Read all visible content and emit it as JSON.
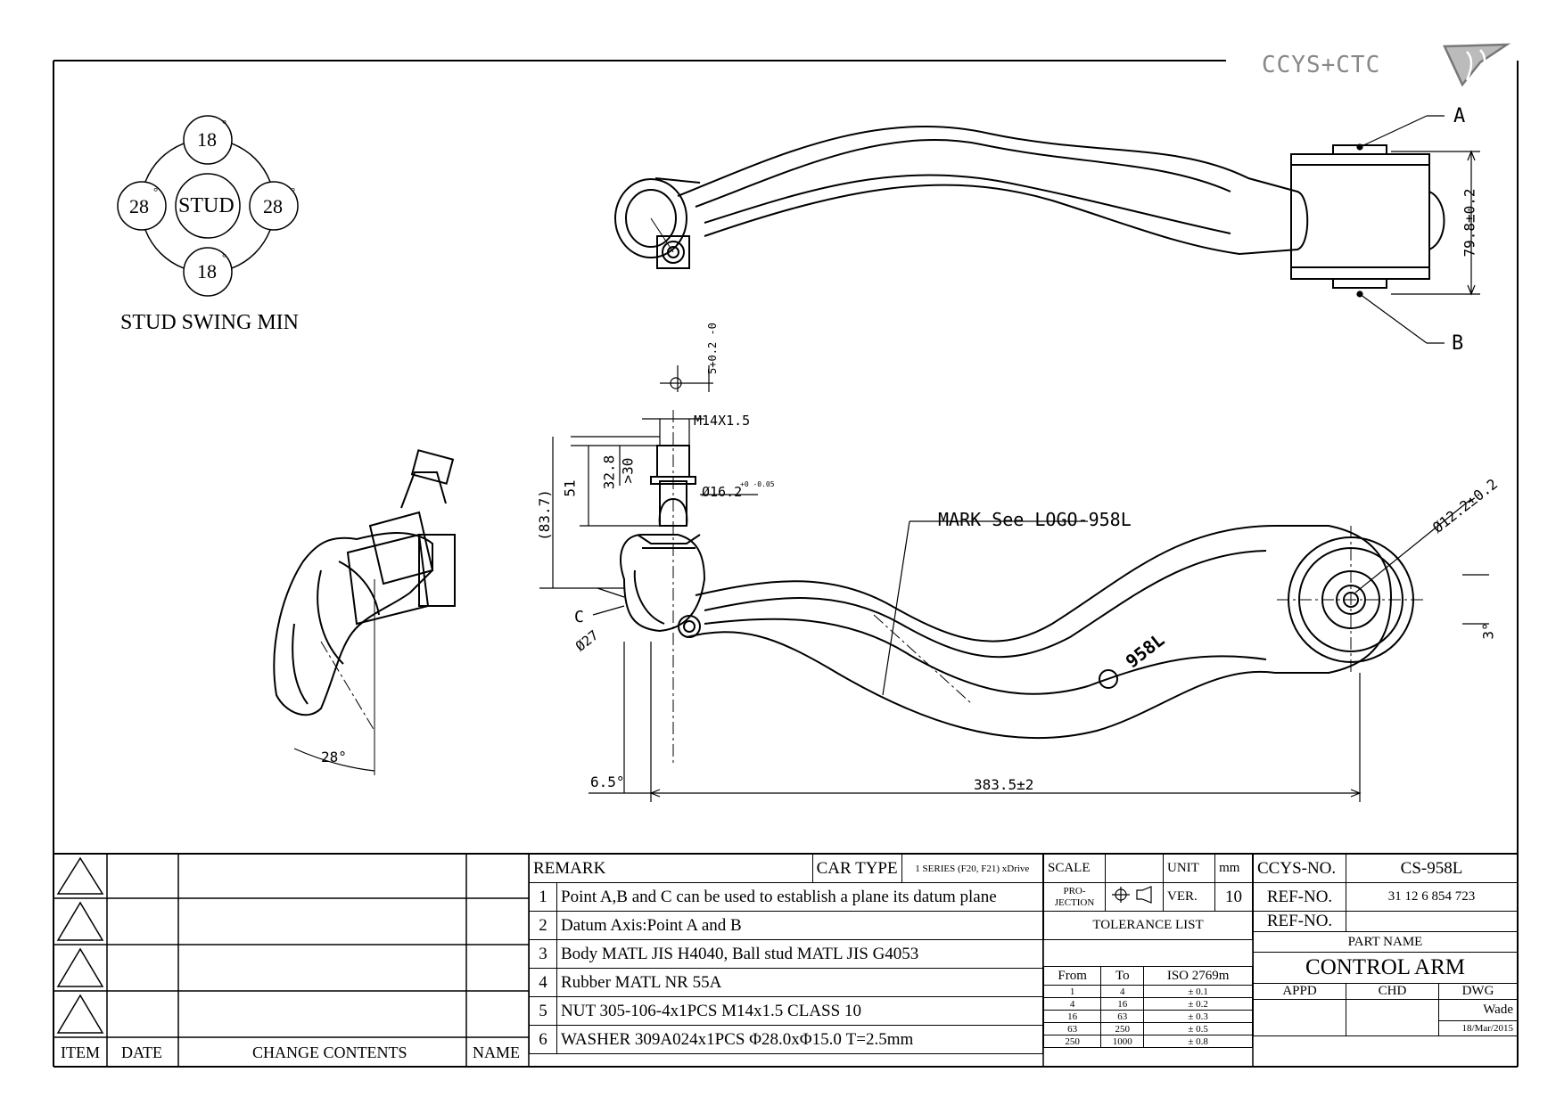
{
  "logo": {
    "text": "CCYS+CTC"
  },
  "stud_swing": {
    "title": "STUD SWING MIN",
    "center": "STUD",
    "top": "18",
    "bottom": "18",
    "left": "28",
    "right": "28",
    "degree_symbol": "°"
  },
  "top_view": {
    "point_a": "A",
    "point_b": "B",
    "height_dim": "79.8±0.2"
  },
  "main_view": {
    "mark_note": "MARK See LOGO-958L",
    "part_mark": "958L",
    "bushing_dia": "Ø12.2±0.2",
    "bushing_angle": "3°",
    "length": "383.5±2",
    "stud_angle": "6.5°",
    "point_c": "C",
    "ball_dia": "Ø27",
    "thread": "M14X1.5",
    "stud_dia": "Ø16.2",
    "stud_dia_tol": "+0 -0.05",
    "dim_overall": "(83.7)",
    "dim_51": "51",
    "dim_32_8": "32.8",
    "dim_30": ">30",
    "pos_tol": "5+0.2 -0"
  },
  "iso_view": {
    "angle": "28°"
  },
  "revision_table": {
    "headers": {
      "item": "ITEM",
      "date": "DATE",
      "change": "CHANGE CONTENTS",
      "name": "NAME"
    }
  },
  "remarks": {
    "label": "REMARK",
    "car_type_label": "CAR TYPE",
    "car_type": "1 SERIES (F20, F21) xDrive",
    "items": [
      {
        "no": "1",
        "text": "Point A,B and C can be used to establish a plane its datum plane"
      },
      {
        "no": "2",
        "text": "Datum Axis:Point A and B"
      },
      {
        "no": "3",
        "text": "Body MATL JIS H4040, Ball stud MATL JIS G4053"
      },
      {
        "no": "4",
        "text": "Rubber MATL NR 55A"
      },
      {
        "no": "5",
        "text": "NUT 305-106-4x1PCS M14x1.5 CLASS 10"
      },
      {
        "no": "6",
        "text": "WASHER 309A024x1PCS Φ28.0xΦ15.0 T=2.5mm"
      }
    ]
  },
  "specs": {
    "scale_label": "SCALE",
    "scale": "",
    "unit_label": "UNIT",
    "unit": "mm",
    "projection_label": "PRO-\nJECTION",
    "ver_label": "VER.",
    "ver": "10",
    "tolerance_title": "TOLERANCE LIST",
    "tol_headers": {
      "from": "From",
      "to": "To",
      "iso": "ISO 2769m"
    },
    "tolerances": [
      {
        "from": "1",
        "to": "4",
        "tol": "± 0.1"
      },
      {
        "from": "4",
        "to": "16",
        "tol": "± 0.2"
      },
      {
        "from": "16",
        "to": "63",
        "tol": "± 0.3"
      },
      {
        "from": "63",
        "to": "250",
        "tol": "± 0.5"
      },
      {
        "from": "250",
        "to": "1000",
        "tol": "± 0.8"
      }
    ]
  },
  "part": {
    "ccys_no_label": "CCYS-NO.",
    "ccys_no": "CS-958L",
    "ref_no_label": "REF-NO.",
    "ref_no": "31 12 6 854 723",
    "ref_no2_label": "REF-NO.",
    "ref_no2": "",
    "part_name_label": "PART NAME",
    "part_name": "CONTROL ARM",
    "appd_label": "APPD",
    "chd_label": "CHD",
    "dwg_label": "DWG",
    "dwg_by": "Wade",
    "date": "18/Mar/2015"
  }
}
